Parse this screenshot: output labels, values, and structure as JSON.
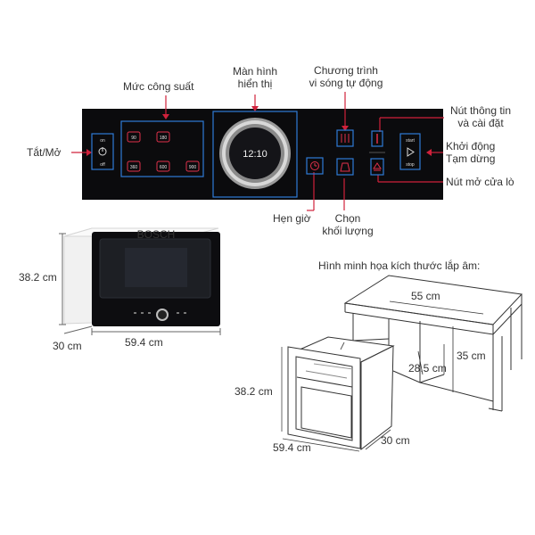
{
  "callouts": {
    "power_level": "Mức công suất",
    "display_line1": "Màn hình",
    "display_line2": "hiển thị",
    "auto_program_line1": "Chương trình",
    "auto_program_line2": "vi sóng tự động",
    "info_settings_line1": "Nút thông tin",
    "info_settings_line2": "và cài đặt",
    "start_line1": "Khởi động",
    "start_line2": "Tạm dừng",
    "door_open": "Nút mở cửa lò",
    "on_off": "Tắt/Mở",
    "timer": "Hẹn giờ",
    "weight_line1": "Chọn",
    "weight_line2": "khối lượng"
  },
  "panel": {
    "on_label": "on",
    "off_label": "off",
    "power_buttons": [
      "90",
      "180",
      "360",
      "600",
      "900"
    ],
    "clock": "12:10",
    "start_label": "start",
    "stop_label": "stop"
  },
  "product": {
    "brand": "BOSCH",
    "height": "38.2 cm",
    "depth": "30 cm",
    "width": "59.4 cm"
  },
  "install": {
    "title": "Hình minh họa kích thước lắp âm:",
    "cabinet_width": "55 cm",
    "cabinet_depth": "28.5 cm",
    "cabinet_height": "35 cm",
    "oven_height": "38.2 cm",
    "oven_width": "59.4 cm",
    "oven_depth": "30 cm"
  },
  "colors": {
    "panel_bg": "#0b0b0d",
    "accent_blue": "#2f7bd6",
    "button_red": "#e0304a",
    "highlight_red": "#d0213b"
  }
}
